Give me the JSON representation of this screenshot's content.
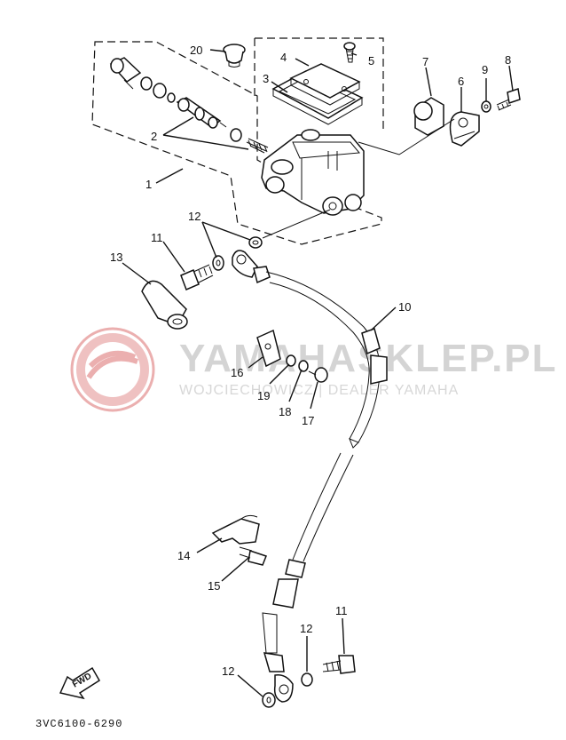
{
  "callouts": [
    {
      "id": "20",
      "text": "20"
    },
    {
      "id": "4",
      "text": "4"
    },
    {
      "id": "5",
      "text": "5"
    },
    {
      "id": "3",
      "text": "3"
    },
    {
      "id": "7",
      "text": "7"
    },
    {
      "id": "9",
      "text": "9"
    },
    {
      "id": "8",
      "text": "8"
    },
    {
      "id": "6",
      "text": "6"
    },
    {
      "id": "2",
      "text": "2"
    },
    {
      "id": "1",
      "text": "1"
    },
    {
      "id": "12a",
      "text": "12"
    },
    {
      "id": "11a",
      "text": "11"
    },
    {
      "id": "13",
      "text": "13"
    },
    {
      "id": "10",
      "text": "10"
    },
    {
      "id": "16",
      "text": "16"
    },
    {
      "id": "19",
      "text": "19"
    },
    {
      "id": "18",
      "text": "18"
    },
    {
      "id": "17",
      "text": "17"
    },
    {
      "id": "14",
      "text": "14"
    },
    {
      "id": "15",
      "text": "15"
    },
    {
      "id": "11b",
      "text": "11"
    },
    {
      "id": "12b",
      "text": "12"
    },
    {
      "id": "12c",
      "text": "12"
    }
  ],
  "fwd_label": "FWD",
  "diagram_code": "3VC6100-6290",
  "watermark": {
    "title": "YAMAHASKLEP.PL",
    "subtitle": "WOJCIECHOWICZ | DEALER YAMAHA",
    "logo_color": "#e7a3a3",
    "text_color": "#cfcfcf"
  }
}
